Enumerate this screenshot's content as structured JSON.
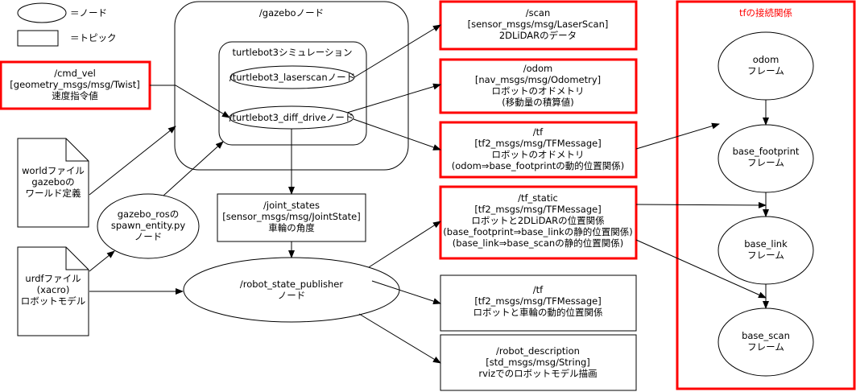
{
  "legend": {
    "node_label": "＝ノード",
    "topic_label": "＝トピック"
  },
  "gazebo": {
    "title": "/gazeboノード",
    "sim_title": "turtlebot3シミュレーション",
    "laserscan_node": "/turtlebot3_laserscanノード",
    "diff_drive_node": "/turtlebot3_diff_driveノード"
  },
  "cmd_vel": [
    "/cmd_vel",
    "[geometry_msgs/msg/Twist]",
    "速度指令値"
  ],
  "world_file": [
    "worldファイル",
    "gazeboの",
    "ワールド定義"
  ],
  "urdf_file": [
    "urdfファイル",
    "(xacro)",
    "ロボットモデル"
  ],
  "spawn_entity": [
    "gazebo_rosの",
    "spawn_entity.py",
    "ノード"
  ],
  "joint_states": [
    "/joint_states",
    "[sensor_msgs/msg/JointState]",
    "車輪の角度"
  ],
  "robot_state_publisher": [
    "/robot_state_publisher",
    "ノード"
  ],
  "scan": [
    "/scan",
    "[sensor_msgs/msg/LaserScan]",
    "2DLiDARのデータ"
  ],
  "odom": [
    "/odom",
    "[nav_msgs/msg/Odometry]",
    "ロボットのオドメトリ",
    "(移動量の積算値)"
  ],
  "tf_gazebo": [
    "/tf",
    "[tf2_msgs/msg/TFMessage]",
    "ロボットのオドメトリ",
    "(odom⇒base_footprintの動的位置関係)"
  ],
  "tf_static": [
    "/tf_static",
    "[tf2_msgs/msg/TFMessage]",
    "ロボットと2DLiDARの位置関係",
    "(base_footprint⇒base_linkの静的位置関係)",
    "(base_link⇒base_scanの静的位置関係)"
  ],
  "tf_rsp": [
    "/tf",
    "[tf2_msgs/msg/TFMessage]",
    "ロボットと車輪の動的位置関係"
  ],
  "robot_description": [
    "/robot_description",
    "[std_msgs/msg/String]",
    "rvizでのロボットモデル描画"
  ],
  "tf_panel": {
    "title": "tfの接続関係",
    "odom": [
      "odom",
      "フレーム"
    ],
    "base_footprint": [
      "base_footprint",
      "フレーム"
    ],
    "base_link": [
      "base_link",
      "フレーム"
    ],
    "base_scan": [
      "base_scan",
      "フレーム"
    ]
  },
  "colors": {
    "highlight": "#ff0000",
    "line": "#000000"
  }
}
